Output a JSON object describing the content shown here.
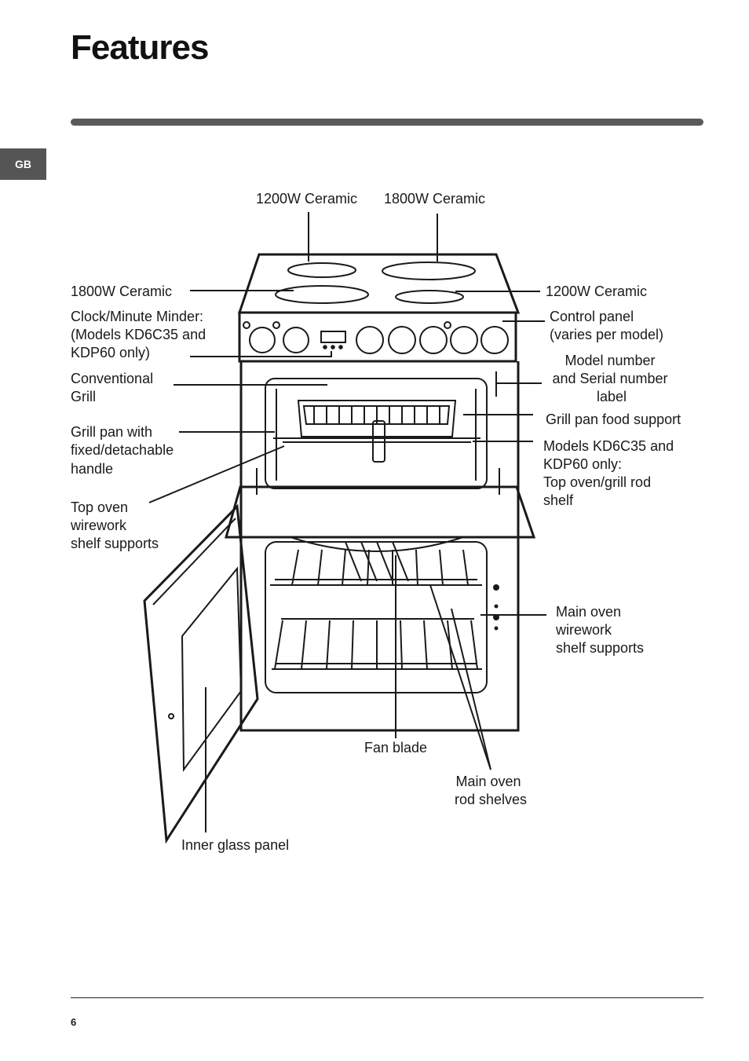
{
  "page": {
    "title": "Features",
    "lang_tab": "GB",
    "page_number": "6"
  },
  "labels": {
    "ceramic_1200_top": "1200W Ceramic",
    "ceramic_1800_top": "1800W Ceramic",
    "ceramic_1800_left": "1800W Ceramic",
    "ceramic_1200_right": "1200W Ceramic",
    "clock": [
      "Clock/Minute Minder:",
      "(Models KD6C35 and",
      "KDP60 only)"
    ],
    "control_panel": [
      "Control panel",
      "(varies per model)"
    ],
    "conventional_grill": [
      "Conventional",
      "Grill"
    ],
    "model_number": [
      "Model number",
      "and Serial number",
      "label"
    ],
    "grill_pan_food_support": "Grill pan food support",
    "grill_pan_handle": [
      "Grill pan with",
      "fixed/detachable",
      "handle"
    ],
    "rod_shelf": [
      "Models KD6C35 and",
      "KDP60 only:",
      "Top oven/grill rod",
      "shelf"
    ],
    "top_shelf_supports": [
      "Top oven",
      "wirework",
      "shelf supports"
    ],
    "main_shelf_supports": [
      "Main oven",
      "wirework",
      "shelf supports"
    ],
    "fan_blade": "Fan blade",
    "main_rod_shelves": [
      "Main oven",
      "rod shelves"
    ],
    "inner_glass": "Inner glass panel"
  }
}
